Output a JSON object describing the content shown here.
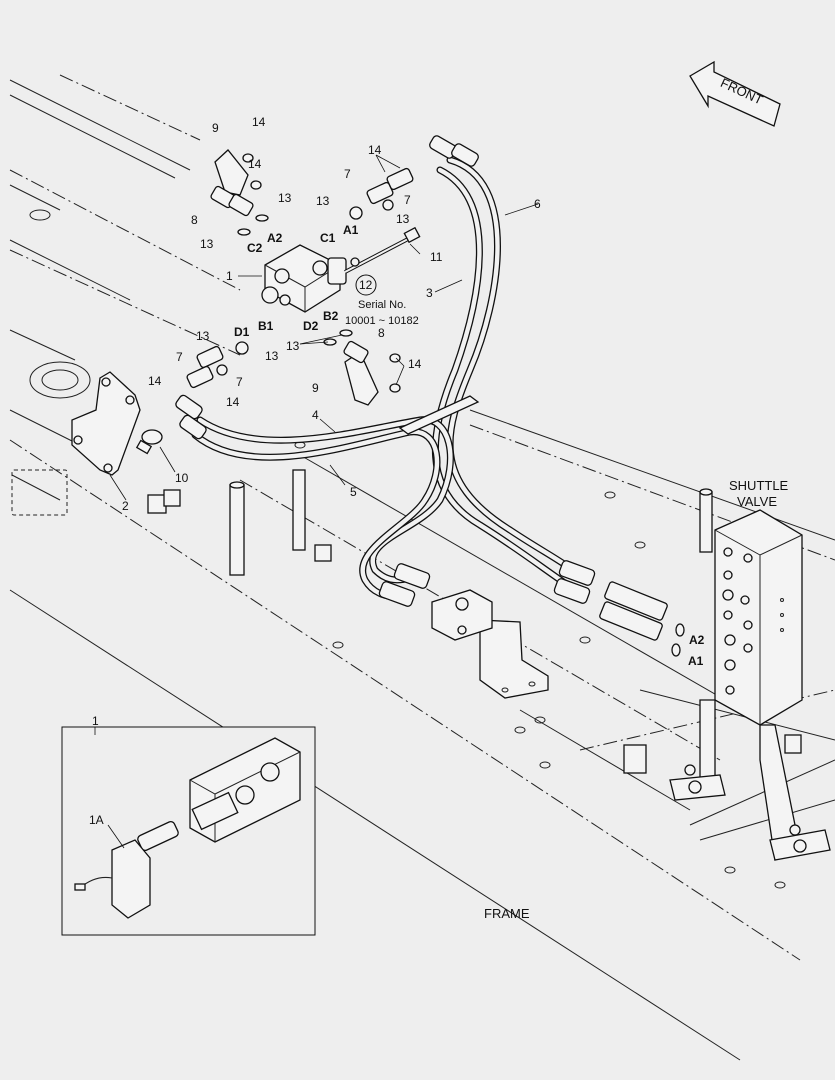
{
  "labels": {
    "front": "FRONT",
    "shuttle_line1": "SHUTTLE",
    "shuttle_line2": "VALVE",
    "frame": "FRAME",
    "serial_title": "Serial No.",
    "serial_range": "10001 ~ 10182"
  },
  "parts": {
    "p1": "1",
    "p1a": "1A",
    "p2": "2",
    "p3": "3",
    "p4": "4",
    "p5": "5",
    "p6": "6",
    "p7": "7",
    "p8": "8",
    "p9": "9",
    "p10": "10",
    "p11": "11",
    "p12": "12",
    "p13": "13",
    "p14": "14"
  },
  "ports": {
    "a1": "A1",
    "a2": "A2",
    "b1": "B1",
    "b2": "B2",
    "c1": "C1",
    "c2": "C2",
    "d1": "D1",
    "d2": "D2"
  },
  "colors": {
    "background": "#eeeeee",
    "line": "#111111"
  }
}
